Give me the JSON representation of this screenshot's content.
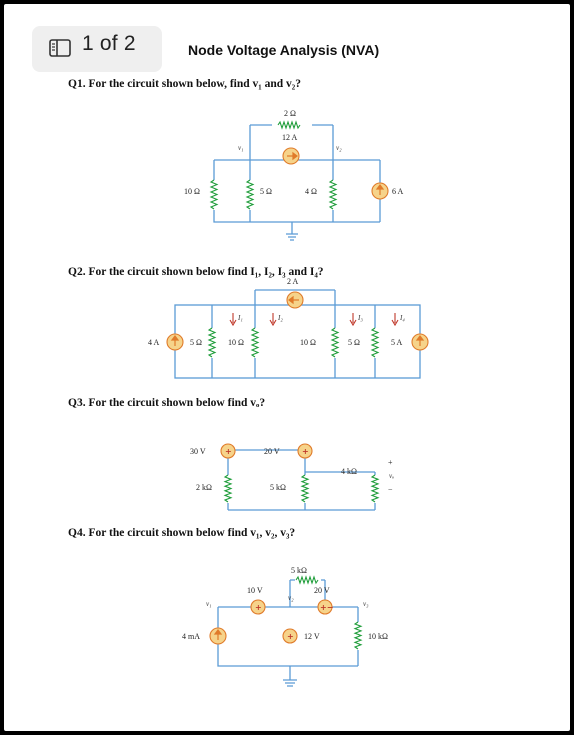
{
  "header": {
    "page_indicator": "1 of 2",
    "title": "Node Voltage Analysis (NVA)"
  },
  "questions": [
    {
      "text": "Q1. For the circuit shown below, find v₁ and v₂?"
    },
    {
      "text": "Q2. For the circuit shown below find I₁, I₂, I₃ and I₄?"
    },
    {
      "text": "Q3. For the circuit shown below find vₒ?"
    },
    {
      "text": "Q4. For the circuit shown below find v₁, v₂, v₃?"
    }
  ],
  "circuit1": {
    "r_top": "2 Ω",
    "i_mid": "12 A",
    "node1": "v₁",
    "node2": "v₂",
    "r1": "10 Ω",
    "r2": "5 Ω",
    "r3": "4 Ω",
    "i_right": "6 A"
  },
  "circuit2": {
    "i_top": "2 A",
    "i_left": "4 A",
    "r1": "5 Ω",
    "r2": "10 Ω",
    "r3": "10 Ω",
    "r4": "5 Ω",
    "i_right": "5 A",
    "c1": "I₁",
    "c2": "I₂",
    "c3": "I₃",
    "c4": "I₄"
  },
  "circuit3": {
    "v1": "30 V",
    "v2": "20 V",
    "r1": "2 kΩ",
    "r2": "5 kΩ",
    "r3": "4 kΩ",
    "vo": "vₒ",
    "plus": "+",
    "minus": "−"
  },
  "circuit4": {
    "r_top": "5 kΩ",
    "v_left": "10 V",
    "v_right": "20 V",
    "node1": "v₁",
    "node2": "v₂",
    "node3": "v₃",
    "i_src": "4 mA",
    "v_mid": "12 V",
    "r_right": "10 kΩ"
  },
  "colors": {
    "wire": "#5b9bd5",
    "resistor": "#1f9d3a",
    "source_fill": "#f6d38a",
    "source_stroke": "#e07b2a"
  }
}
